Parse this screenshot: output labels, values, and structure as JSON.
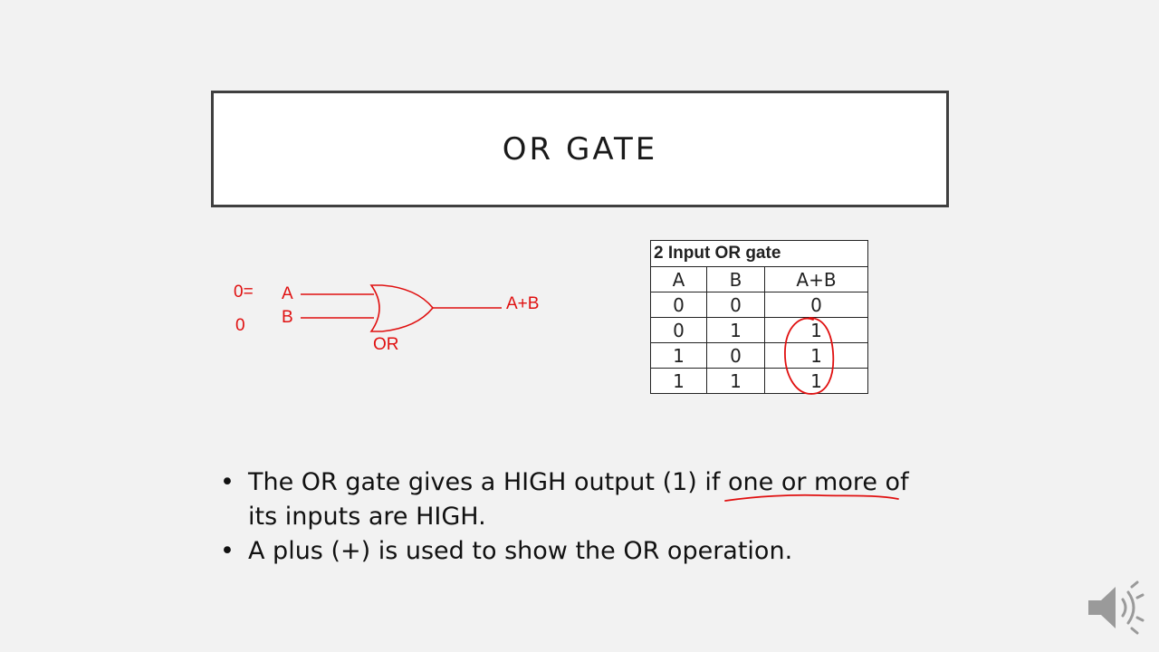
{
  "slide": {
    "title": "OR GATE"
  },
  "gate_diagram": {
    "input_a": "A",
    "input_b": "B",
    "output": "A+B",
    "gate_label": "OR",
    "annotation_a": "0=",
    "annotation_b": "0"
  },
  "truth_table": {
    "title": "2 Input OR gate",
    "headers": [
      "A",
      "B",
      "A+B"
    ],
    "rows": [
      [
        "0",
        "0",
        "0"
      ],
      [
        "0",
        "1",
        "1"
      ],
      [
        "1",
        "0",
        "1"
      ],
      [
        "1",
        "1",
        "1"
      ]
    ]
  },
  "bullets": [
    {
      "before": "The OR gate gives a HIGH output (1) if ",
      "after": "one or more of its inputs are HIGH."
    },
    {
      "text": "A plus (+) is used to show the OR operation."
    }
  ],
  "icons": {
    "speaker": "speaker-icon"
  },
  "colors": {
    "annotation": "#e01010",
    "title_border": "#3f3f3f",
    "background": "#f2f2f2"
  }
}
